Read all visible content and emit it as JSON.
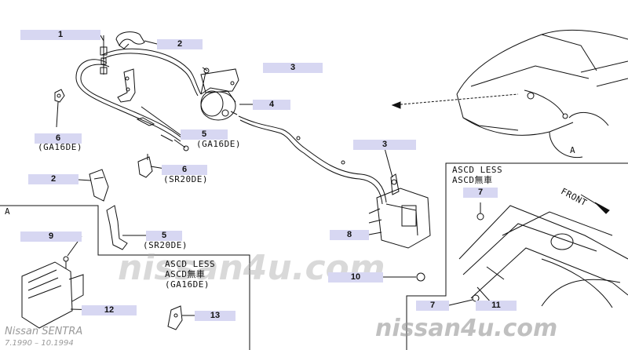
{
  "callouts": {
    "c1": "1",
    "c2a": "2",
    "c3a": "3",
    "c4": "4",
    "c5a": "5",
    "c6a": "6",
    "c3b": "3",
    "c2b": "2",
    "c6b": "6",
    "c5b": "5",
    "c7a": "7",
    "c9": "9",
    "c8": "8",
    "c10": "10",
    "c7b": "7",
    "c11": "11",
    "c12": "12",
    "c13": "13"
  },
  "notes": {
    "ga16de_1": "(GA16DE)",
    "ga16de_2": "(GA16DE)",
    "sr20de_1": "(SR20DE)",
    "sr20de_2": "(SR20DE)",
    "ascd_less_1": "ASCD LESS",
    "ascd_jp_1": "ASCD無車",
    "ascd_less_2": "ASCD LESS",
    "ascd_jp_2": "ASCD無車",
    "ga16de_3": "(GA16DE)",
    "view_a_left": "A",
    "view_a_car": "A",
    "front_label": "FRONT"
  },
  "watermark": {
    "center": "nissan4u.com",
    "bottom": "nissan4u.com"
  },
  "footer": {
    "model": "Nissan SENTRA",
    "dates": "7.1990 – 10.1994"
  },
  "colors": {
    "callout_bg": "#d7d7f2",
    "line": "#111111",
    "watermark": "#aaaaaa"
  }
}
